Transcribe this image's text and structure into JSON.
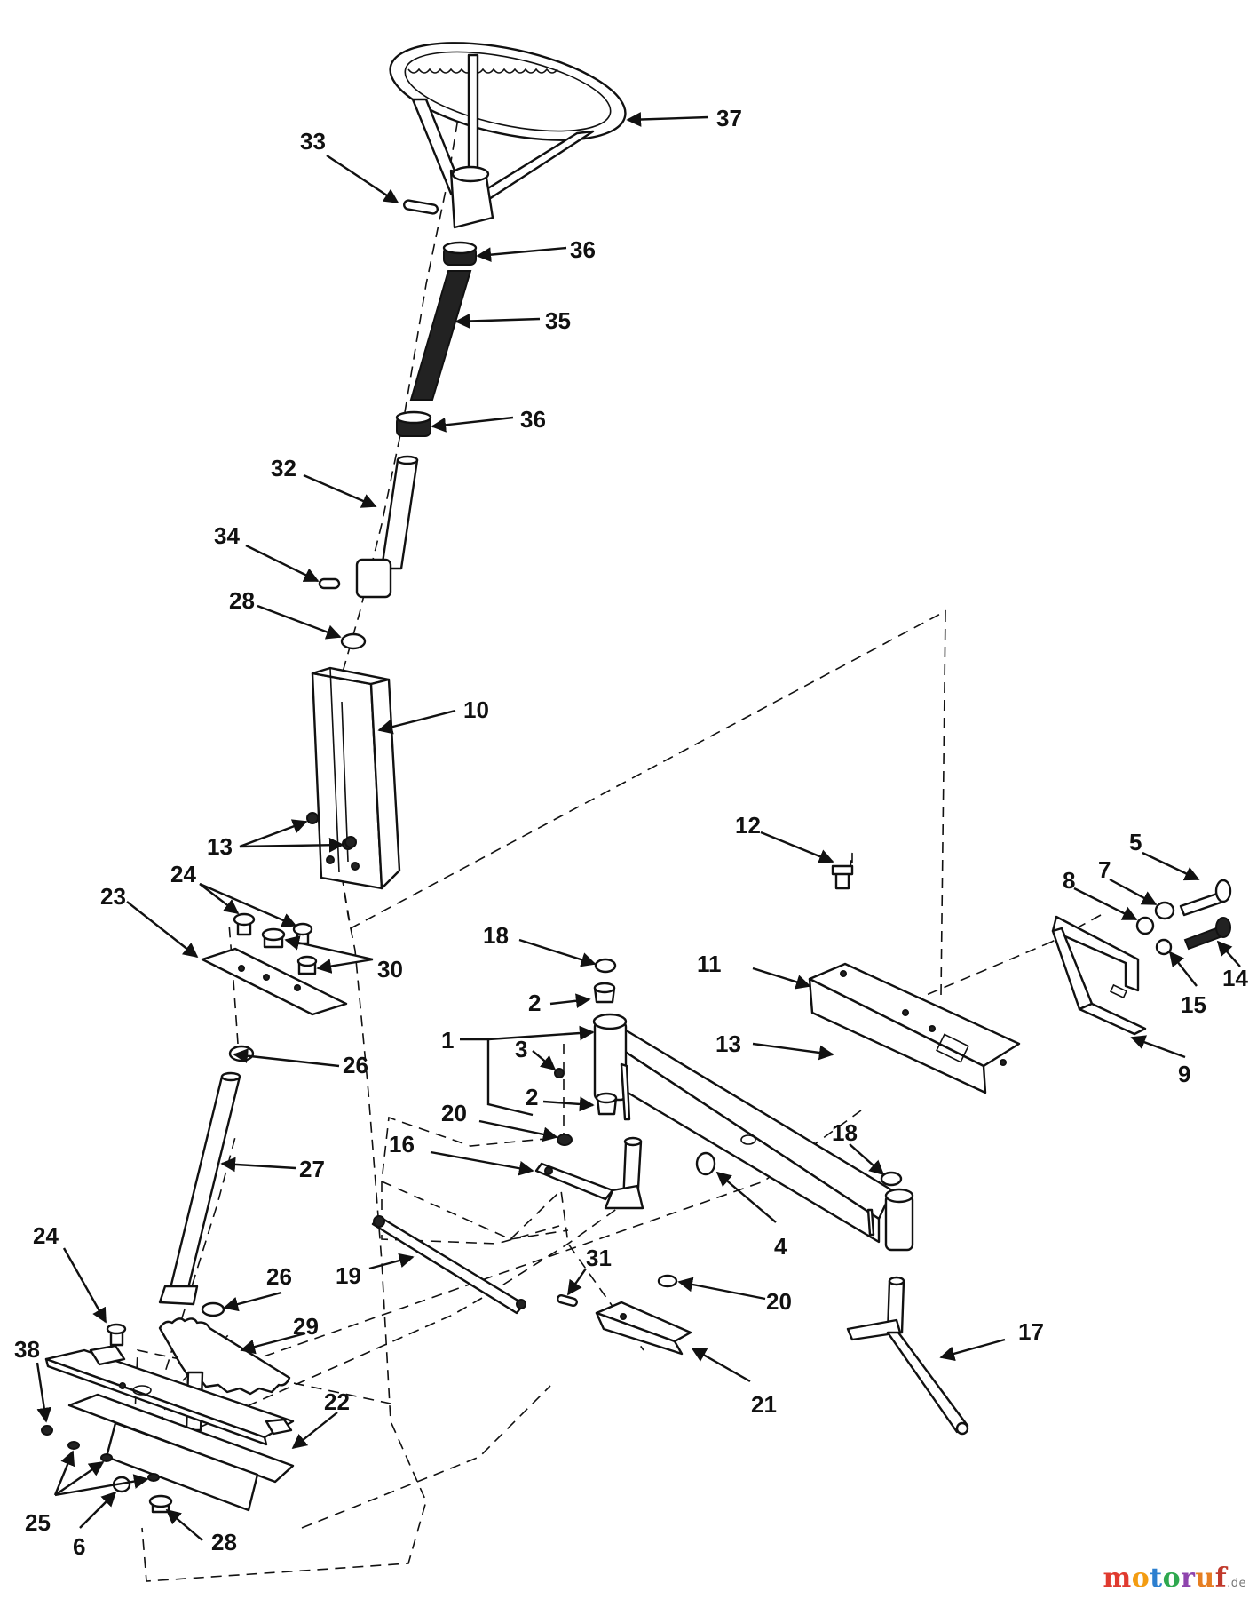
{
  "labels": [
    "37",
    "33",
    "36",
    "35",
    "36",
    "32",
    "34",
    "28",
    "10",
    "13",
    "12",
    "5",
    "7",
    "8",
    "14",
    "15",
    "9",
    "24",
    "23",
    "30",
    "18",
    "11",
    "1",
    "2",
    "3",
    "13",
    "2",
    "26",
    "20",
    "16",
    "18",
    "4",
    "27",
    "19",
    "31",
    "20",
    "24",
    "26",
    "29",
    "17",
    "38",
    "22",
    "21",
    "25",
    "6",
    "28"
  ],
  "watermark": {
    "colors": [
      "#e03a2f",
      "#f39c12",
      "#2c7fcf",
      "#2fa84f",
      "#8e44ad",
      "#e67e22",
      "#c0392b"
    ],
    "letters": [
      "m",
      "o",
      "t",
      "o",
      "r",
      "u",
      "f"
    ],
    "suffix": ".de"
  }
}
